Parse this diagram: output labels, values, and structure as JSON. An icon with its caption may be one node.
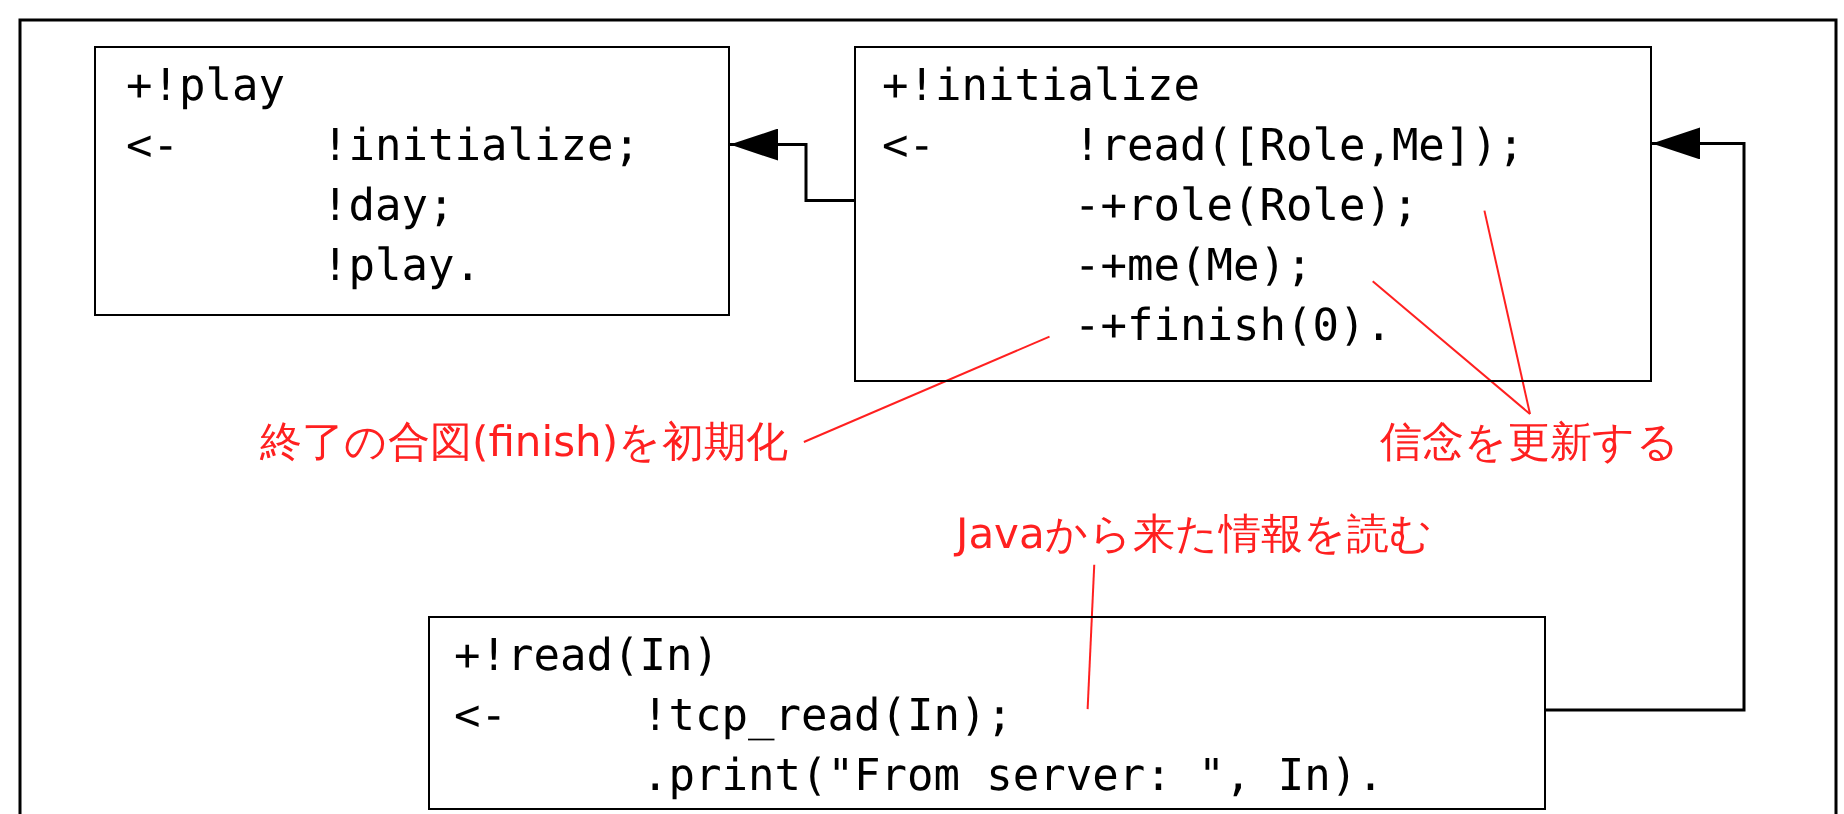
{
  "diagram": {
    "nodes": [
      {
        "text": [
          "+!play",
          "<-",
          "!initialize;",
          "!day;",
          "!play."
        ]
      },
      {
        "text": [
          "+!initialize",
          "<-",
          "!read([Role,Me]);",
          "-+role(Role);",
          "-+me(Me);",
          "-+finish(0)."
        ]
      },
      {
        "text": [
          "+!read(In)",
          "<-",
          "!tcp_read(In);",
          ".print(\"From server: \", In)."
        ]
      },
      {
        "text": [
          "終了の合図(finish)を初期化"
        ]
      },
      {
        "text": [
          "信念を更新する"
        ]
      },
      {
        "text": [
          "Javaから来た情報を読む"
        ]
      }
    ],
    "edges": [
      {
        "from": 1,
        "to": 0,
        "arrow": "to",
        "color": "#000000"
      },
      {
        "from": 2,
        "to": 1,
        "arrow": "to",
        "color": "#000000"
      },
      {
        "from": 3,
        "to": 1,
        "arrow": "none"
      },
      {
        "from": 4,
        "to": 1,
        "arrow": "none"
      },
      {
        "from": 4,
        "to": 1,
        "arrow": "none"
      },
      {
        "from": 5,
        "to": 2,
        "arrow": "none"
      }
    ]
  }
}
